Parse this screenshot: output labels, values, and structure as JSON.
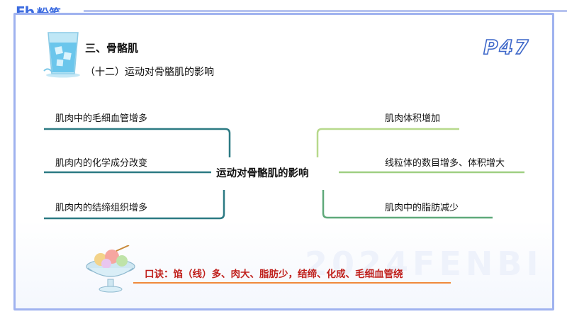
{
  "header": {
    "logo_mark": "Fb",
    "logo_text": "粉笔"
  },
  "slide": {
    "section_title": "三、骨骼肌",
    "subtitle": "（十二）运动对骨骼肌的影响",
    "page_number": "P47"
  },
  "mindmap": {
    "center": "运动对骨骼肌的影响",
    "left": [
      "肌肉中的毛细血管增多",
      "肌肉内的化学成分改变",
      "肌肉内的结缔组织增多"
    ],
    "right": [
      "肌肉体积增加",
      "线粒体的数目增多、体积增大",
      "肌肉中的脂肪减少"
    ],
    "colors": {
      "left_branch": "#2c7a83",
      "right_top": "#b7d98c",
      "right_mid": "#9fcf82",
      "right_bottom": "#5fa97a"
    }
  },
  "mnemonic": {
    "text": "口诀：馅（线）多、肉大、脂肪少，结缔、化成、毛细血管绕"
  },
  "watermark": "2024FENBI"
}
